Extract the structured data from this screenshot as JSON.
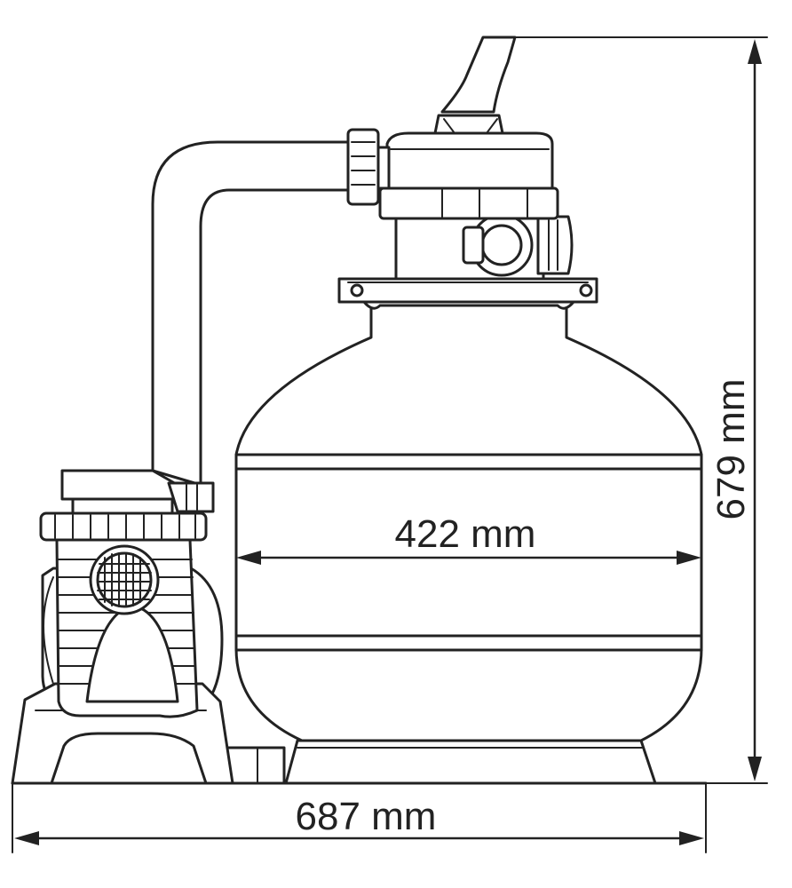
{
  "diagram": {
    "subject": "sand-filter-pump",
    "dimensions": {
      "width_label": "687 mm",
      "height_label": "679 mm",
      "tank_diameter_label": "422 mm"
    },
    "colors": {
      "stroke": "#222222",
      "background": "#ffffff"
    }
  }
}
